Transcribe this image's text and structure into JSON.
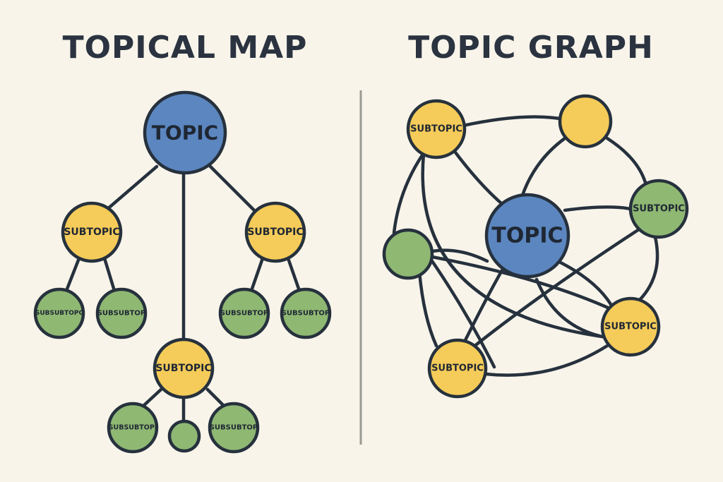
{
  "left": {
    "title": "TOPICAL MAP",
    "topic": "TOPIC",
    "subtopics": [
      "SUBTOPIC",
      "SUBTOPIC",
      "SUBTOPIC"
    ],
    "subsubtopics": [
      "SUBSUBTOPC",
      "SUBSUBTOP",
      "SUBSUBTOP",
      "SUBSUBTOP",
      "SUBSUBTOPI",
      "",
      "SUBSUBTOP"
    ]
  },
  "right": {
    "title": "TOPIC GRAPH",
    "topic": "TOPIC",
    "nodes": [
      "SUBTOPIC",
      "",
      "SUBTOPIC",
      "",
      "SUBTOPIC",
      "SUBTOPIC"
    ]
  },
  "colors": {
    "background": "#f8f4ea",
    "topic": "#5b86c0",
    "subtopic": "#f5cc59",
    "subsubtopic": "#8fb873",
    "outline": "#26313d"
  }
}
